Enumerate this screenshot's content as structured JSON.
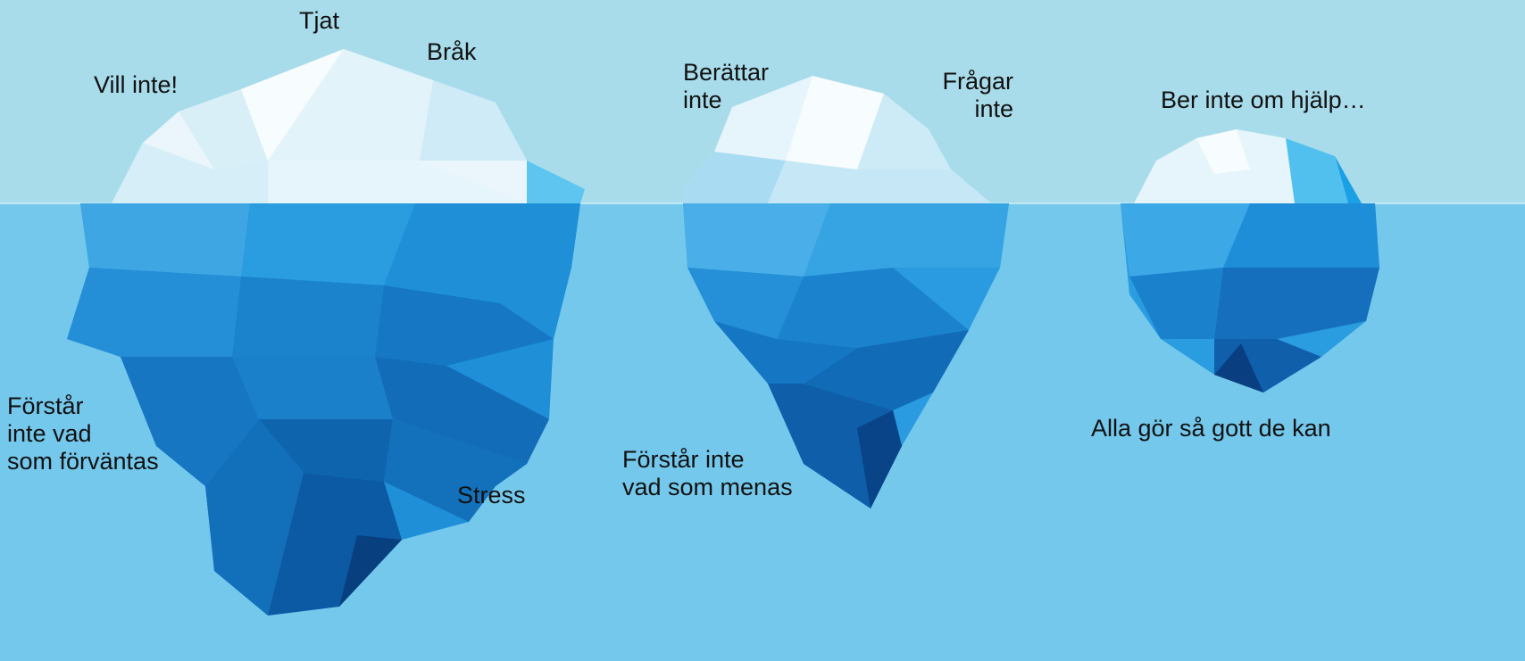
{
  "colors": {
    "sky": "#a8dceb",
    "water": "#74c8ec",
    "ice_top": "#eef8fc",
    "ice_deep": "#0a4a8c",
    "caption": "#2a4f8f"
  },
  "icebergs": [
    {
      "name": "large-iceberg",
      "above_water": [
        "Vill inte!",
        "Tjat",
        "Bråk"
      ],
      "below_water": [
        "Förstår\ninte vad\nsom förväntas",
        "Stress"
      ]
    },
    {
      "name": "medium-iceberg",
      "above_water": [
        "Berättar\ninte",
        "Frågar\ninte"
      ],
      "below_water": [
        "Förstår inte\nvad som menas"
      ]
    },
    {
      "name": "small-iceberg",
      "above_water": [
        "Ber inte om hjälp…"
      ],
      "below_water": [
        "Alla gör så gott de kan"
      ]
    }
  ],
  "bottom_caption": ""
}
